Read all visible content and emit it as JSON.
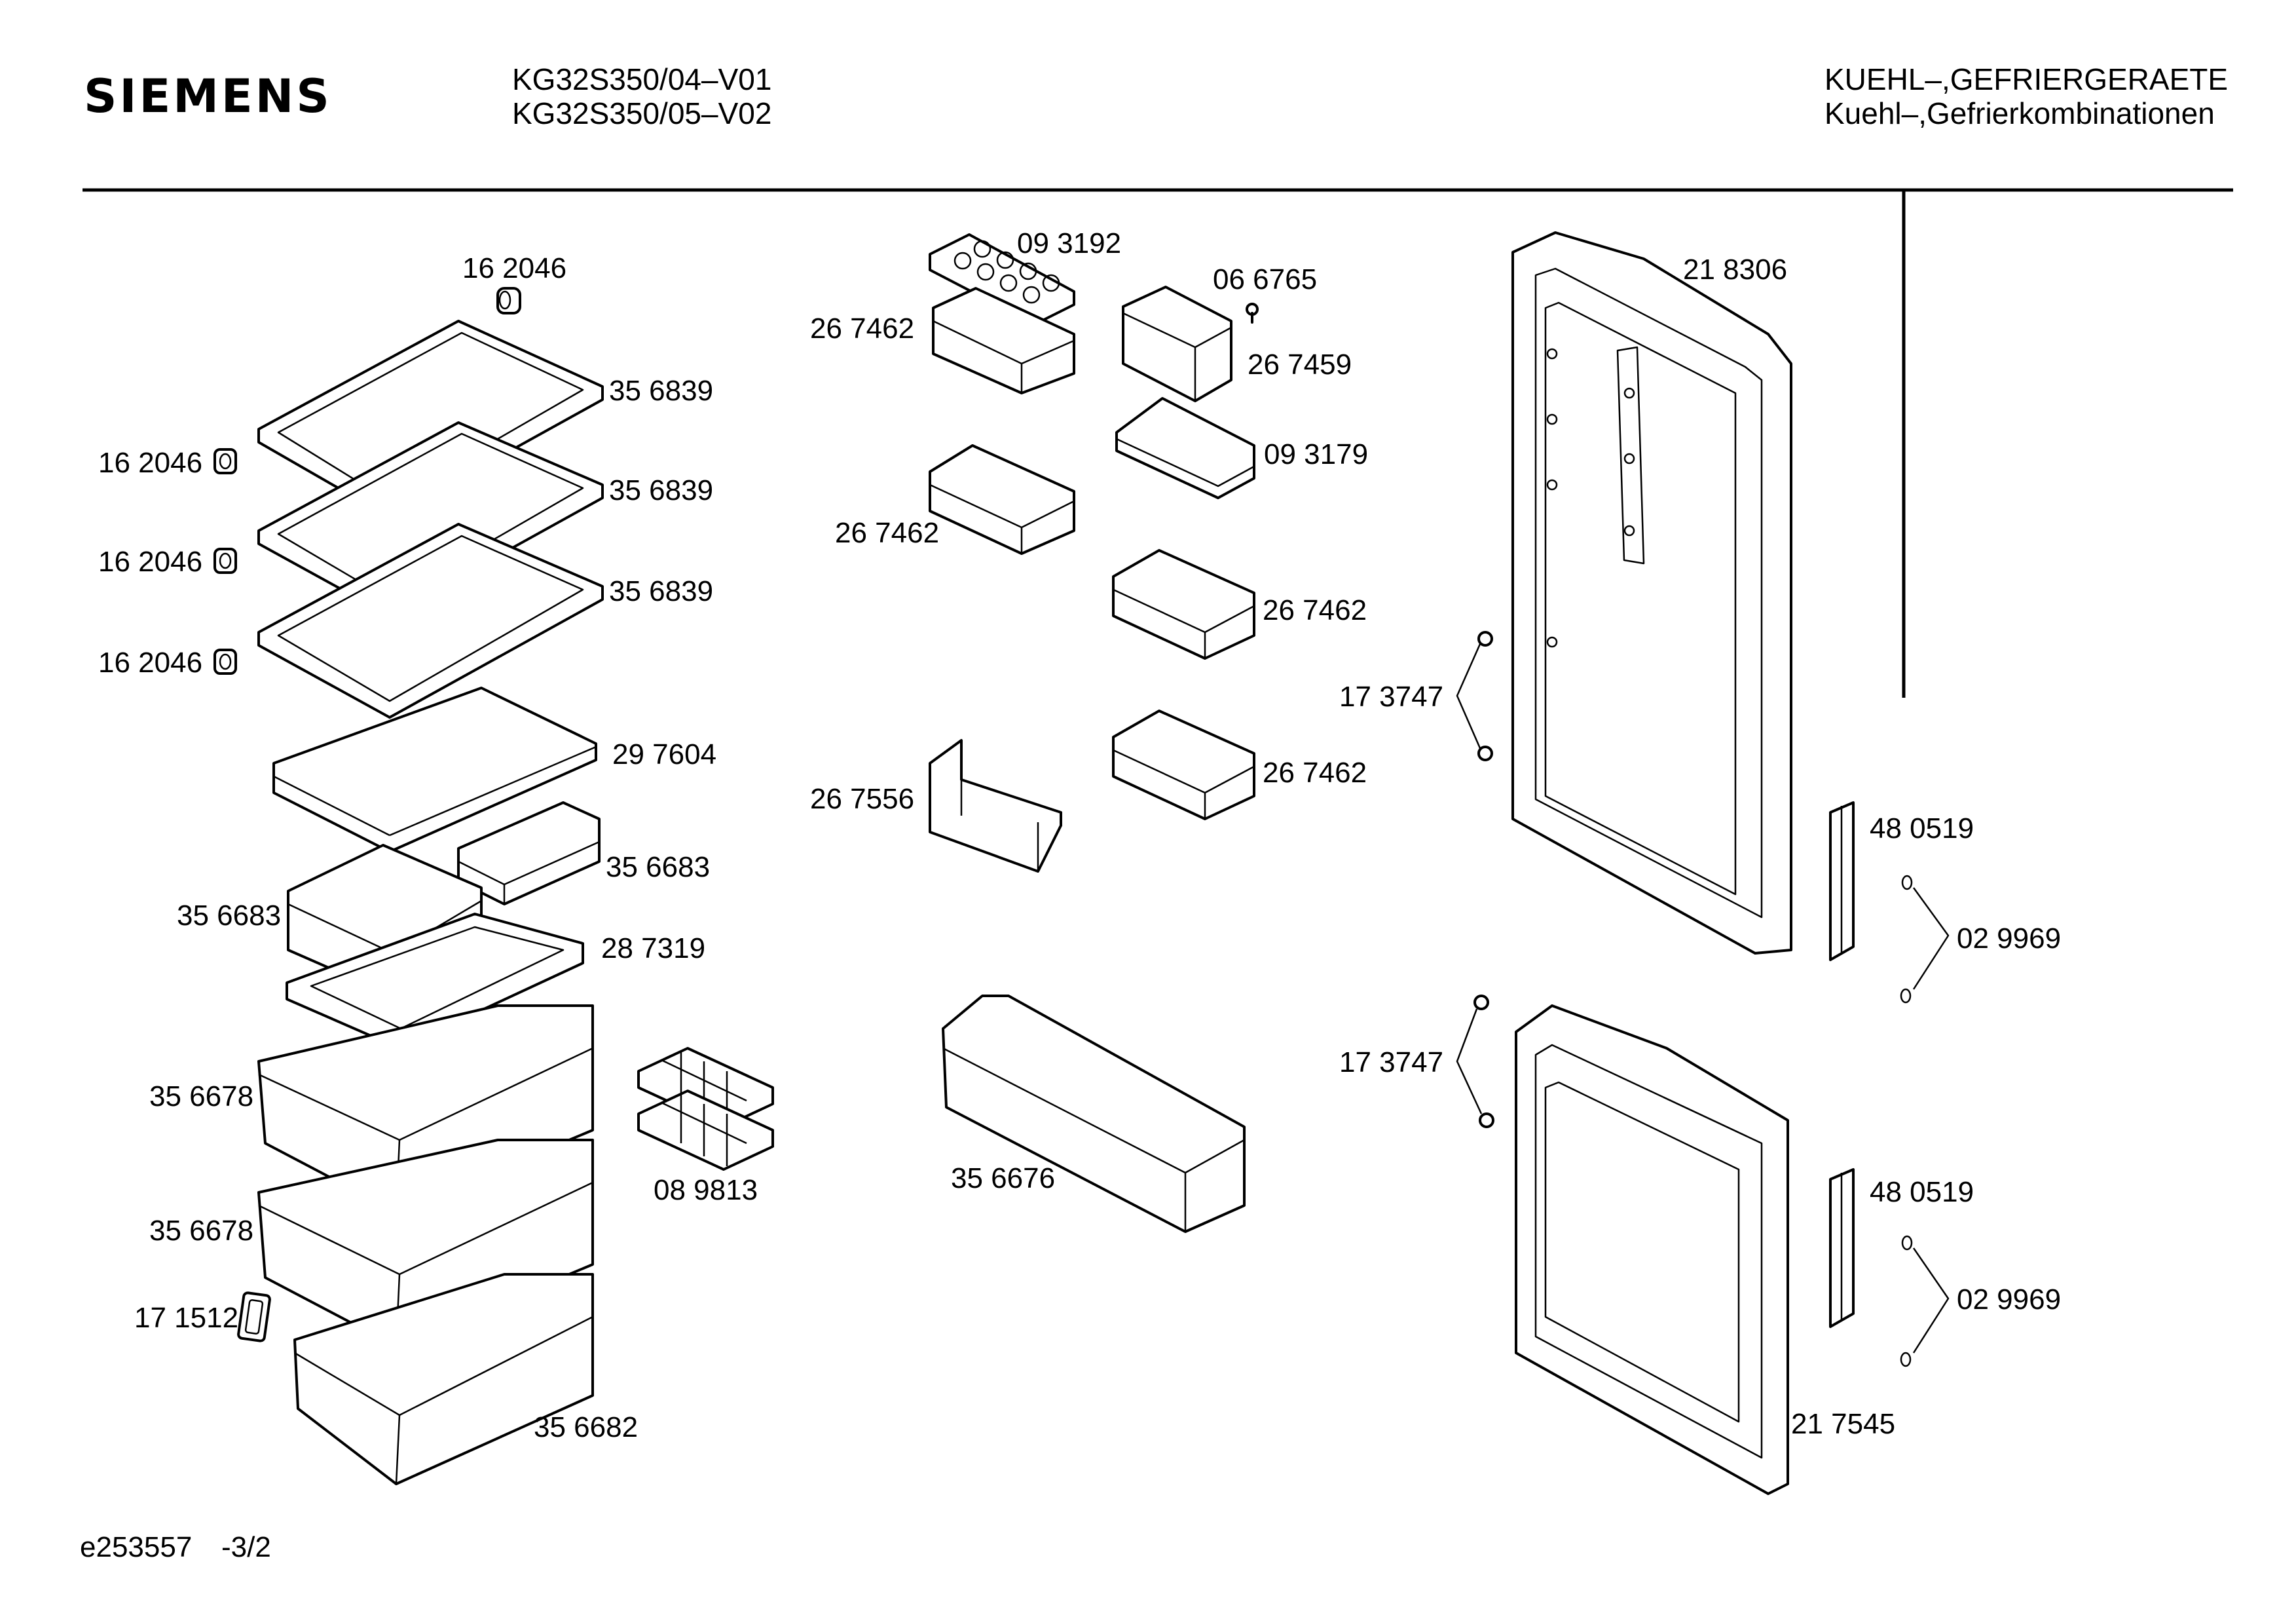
{
  "header": {
    "brand": "SIEMENS",
    "model_line_1": "KG32S350/04–V01",
    "model_line_2": "KG32S350/05–V02",
    "category_line_1": "KUEHL–,GEFRIERGERAETE",
    "category_line_2": "Kuehl–,Gefrierkombinationen"
  },
  "parts": {
    "p162046_top": "16 2046",
    "p162046_1": "16 2046",
    "p162046_2": "16 2046",
    "p162046_3": "16 2046",
    "p356839_1": "35 6839",
    "p356839_2": "35 6839",
    "p356839_3": "35 6839",
    "p297604": "29 7604",
    "p356683_r": "35 6683",
    "p356683_l": "35 6683",
    "p287319": "28 7319",
    "p356678_1": "35 6678",
    "p356678_2": "35 6678",
    "p171512": "17 1512",
    "p356682": "35 6682",
    "p089813": "08 9813",
    "p093192": "09 3192",
    "p267462_1": "26 7462",
    "p066765": "06 6765",
    "p267459": "26 7459",
    "p093179": "09 3179",
    "p267462_2": "26 7462",
    "p267462_3": "26 7462",
    "p267462_4": "26 7462",
    "p267556": "26 7556",
    "p356676": "35 6676",
    "p218306": "21 8306",
    "p173747_1": "17 3747",
    "p480519_1": "48 0519",
    "p029969_1": "02 9969",
    "p173747_2": "17 3747",
    "p480519_2": "48 0519",
    "p029969_2": "02 9969",
    "p217545": "21 7545"
  },
  "footer": {
    "doc_id": "e253557",
    "page": "-3/2"
  }
}
